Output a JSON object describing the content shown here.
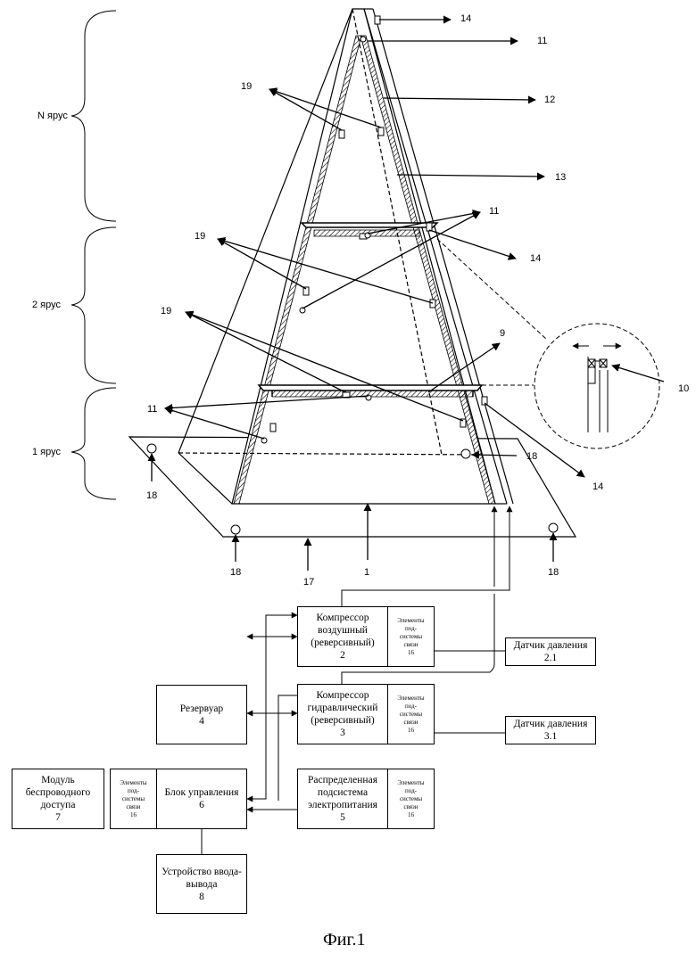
{
  "tiers": {
    "n": "N ярус",
    "t2": "2 ярус",
    "t1": "1 ярус"
  },
  "callouts": {
    "c14a": "14",
    "c11a": "11",
    "c12": "12",
    "c13": "13",
    "c19a": "19",
    "c11b": "11",
    "c19b": "19",
    "c14b": "14",
    "c19c": "19",
    "c9": "9",
    "c11c": "11",
    "c10": "10",
    "c18a": "18",
    "c14c": "14",
    "c18b": "18",
    "c18c": "18",
    "c17": "17",
    "c1": "1",
    "c18d": "18"
  },
  "blocks": {
    "compressor_air": {
      "l1": "Компрессор",
      "l2": "воздушный",
      "l3": "(реверсивный)",
      "n": "2"
    },
    "compressor_hyd": {
      "l1": "Компрессор",
      "l2": "гидравлический",
      "l3": "(реверсивный)",
      "n": "3"
    },
    "reservoir": {
      "l1": "Резервуар",
      "n": "4"
    },
    "power": {
      "l1": "Распределенная",
      "l2": "подсистема",
      "l3": "электропитания",
      "n": "5"
    },
    "control": {
      "l1": "Блок управления",
      "n": "6"
    },
    "wireless": {
      "l1": "Модуль",
      "l2": "беспроводного",
      "l3": "доступа",
      "n": "7"
    },
    "io": {
      "l1": "Устройство ввода-",
      "l2": "вывода",
      "n": "8"
    },
    "pressure21": {
      "l1": "Датчик давления",
      "n": "2.1"
    },
    "pressure31": {
      "l1": "Датчик давления",
      "n": "3.1"
    },
    "comm": {
      "l1": "Элементы",
      "l2": "под-",
      "l3": "системы",
      "l4": "связи",
      "n": "16"
    }
  },
  "figure_caption": "Фиг.1"
}
